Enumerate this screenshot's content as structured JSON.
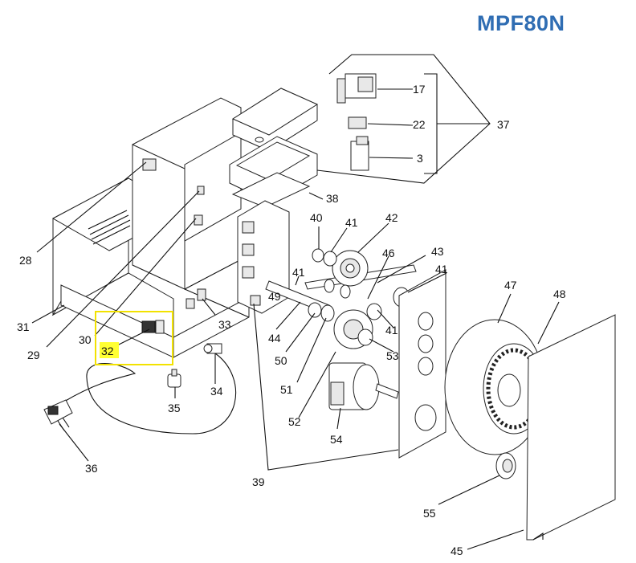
{
  "title": "MPF80N",
  "colors": {
    "title": "#2f6db3",
    "highlight": "#ffff33",
    "highlight_border": "#f2e200"
  },
  "highlighted_callout": "32",
  "callouts": {
    "c3": "3",
    "c17": "17",
    "c22": "22",
    "c28": "28",
    "c29": "29",
    "c30": "30",
    "c31": "31",
    "c32": "32",
    "c33": "33",
    "c34": "34",
    "c35": "35",
    "c36": "36",
    "c37": "37",
    "c38": "38",
    "c39": "39",
    "c40": "40",
    "c41a": "41",
    "c41b": "41",
    "c41c": "41",
    "c42": "42",
    "c43": "43",
    "c44": "44",
    "c45": "45",
    "c46": "46",
    "c47": "47",
    "c48": "48",
    "c49": "49",
    "c50": "50",
    "c51": "51",
    "c52": "52",
    "c53": "53",
    "c54": "54",
    "c55": "55"
  }
}
